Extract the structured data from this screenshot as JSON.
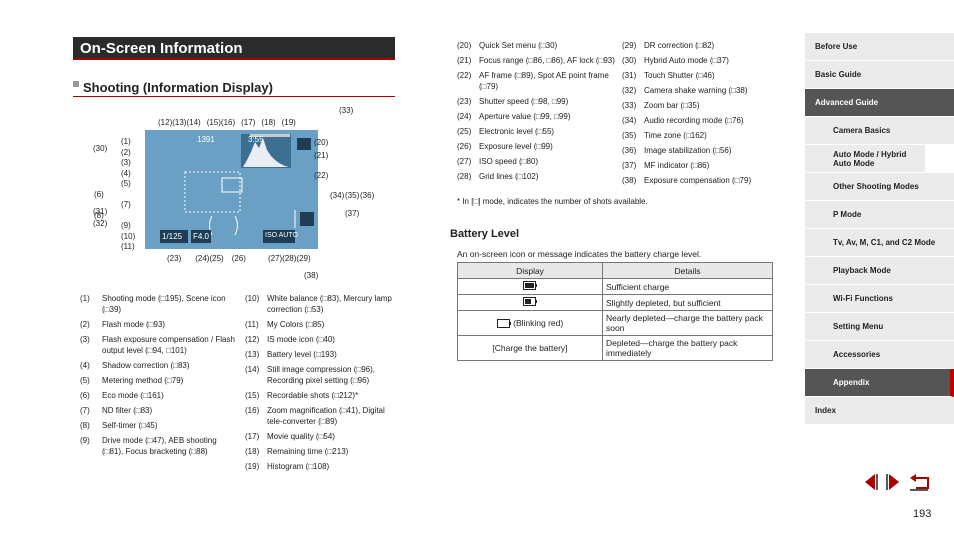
{
  "page_title": "On-Screen Information",
  "section_title": "Shooting (Information Display)",
  "camera_labels": {
    "top": [
      "(12)(13)(14)",
      "(15)(16)",
      "(17)",
      "(18)",
      "(19)"
    ],
    "right": [
      "(33)",
      "(20)",
      "(21)",
      "(22)",
      "(34)",
      "(35)",
      "(36)",
      "(37)",
      "(38)"
    ],
    "left": [
      "(1)",
      "(2)",
      "(3)",
      "(4)",
      "(5)",
      "(6)",
      "(7)",
      "(8)",
      "(9)",
      "(10)",
      "(11)",
      "(30)",
      "(31)",
      "(32)"
    ],
    "bottom": [
      "(23)",
      "(24)",
      "(25)",
      "(26)",
      "(27)",
      "(28)",
      "(29)"
    ],
    "lcd_shutter": "1/125",
    "lcd_aperture": "F4.0",
    "lcd_iso": "ISO AUTO",
    "lcd_count": "1391",
    "lcd_time": "3:55"
  },
  "list_col1": [
    {
      "n": "(1)",
      "t": "Shooting mode (□195), Scene icon (□39)"
    },
    {
      "n": "(2)",
      "t": "Flash mode (□93)"
    },
    {
      "n": "(3)",
      "t": "Flash exposure compensation / Flash output level (□94, □101)"
    },
    {
      "n": "(4)",
      "t": "Shadow correction (□83)"
    },
    {
      "n": "(5)",
      "t": "Metering method (□79)"
    },
    {
      "n": "(6)",
      "t": "Eco mode (□161)"
    },
    {
      "n": "(7)",
      "t": "ND filter (□83)"
    },
    {
      "n": "(8)",
      "t": "Self-timer (□45)"
    },
    {
      "n": "(9)",
      "t": "Drive mode (□47), AEB shooting (□81), Focus bracketing (□88)"
    }
  ],
  "list_col2": [
    {
      "n": "(10)",
      "t": "White balance (□83), Mercury lamp correction (□53)"
    },
    {
      "n": "(11)",
      "t": "My Colors (□85)"
    },
    {
      "n": "(12)",
      "t": "IS mode icon (□40)"
    },
    {
      "n": "(13)",
      "t": "Battery level (□193)"
    },
    {
      "n": "(14)",
      "t": "Still image compression (□96), Recording pixel setting (□96)"
    },
    {
      "n": "(15)",
      "t": "Recordable shots (□212)*"
    },
    {
      "n": "(16)",
      "t": "Zoom magnification (□41), Digital tele-converter (□89)"
    },
    {
      "n": "(17)",
      "t": "Movie quality (□54)"
    },
    {
      "n": "(18)",
      "t": "Remaining time (□213)"
    },
    {
      "n": "(19)",
      "t": "Histogram (□108)"
    }
  ],
  "list_col3": [
    {
      "n": "(20)",
      "t": "Quick Set menu (□30)"
    },
    {
      "n": "(21)",
      "t": "Focus range (□86, □86), AF lock (□93)"
    },
    {
      "n": "(22)",
      "t": "AF frame (□89), Spot AE point frame (□79)"
    },
    {
      "n": "(23)",
      "t": "Shutter speed (□98, □99)"
    },
    {
      "n": "(24)",
      "t": "Aperture value (□99, □99)"
    },
    {
      "n": "(25)",
      "t": "Electronic level (□55)"
    },
    {
      "n": "(26)",
      "t": "Exposure level (□99)"
    },
    {
      "n": "(27)",
      "t": "ISO speed (□80)"
    },
    {
      "n": "(28)",
      "t": "Grid lines (□102)"
    }
  ],
  "list_col4": [
    {
      "n": "(29)",
      "t": "DR correction (□82)"
    },
    {
      "n": "(30)",
      "t": "Hybrid Auto mode (□37)"
    },
    {
      "n": "(31)",
      "t": "Touch Shutter (□46)"
    },
    {
      "n": "(32)",
      "t": "Camera shake warning (□38)"
    },
    {
      "n": "(33)",
      "t": "Zoom bar (□35)"
    },
    {
      "n": "(34)",
      "t": "Audio recording mode (□76)"
    },
    {
      "n": "(35)",
      "t": "Time zone (□162)"
    },
    {
      "n": "(36)",
      "t": "Image stabilization (□56)"
    },
    {
      "n": "(37)",
      "t": "MF indicator (□86)"
    },
    {
      "n": "(38)",
      "t": "Exposure compensation (□79)"
    }
  ],
  "footnote": "* In [□] mode, indicates the number of shots available.",
  "battery": {
    "heading": "Battery Level",
    "intro": "An on-screen icon or message indicates the battery charge level.",
    "col_display": "Display",
    "col_details": "Details",
    "rows": [
      {
        "display": "",
        "details": "Sufficient charge"
      },
      {
        "display": "",
        "details": "Slightly depleted, but sufficient"
      },
      {
        "display": "(Blinking red)",
        "details": "Nearly depleted—charge the battery pack soon"
      },
      {
        "display": "[Charge the battery]",
        "details": "Depleted—charge the battery pack immediately"
      }
    ]
  },
  "nav": [
    {
      "label": "Before Use",
      "sub": false,
      "active": false
    },
    {
      "label": "Basic Guide",
      "sub": false,
      "active": false
    },
    {
      "label": "Advanced Guide",
      "sub": false,
      "active": true
    },
    {
      "label": "Camera Basics",
      "sub": true,
      "active": false
    },
    {
      "label": "Auto Mode / Hybrid Auto Mode",
      "sub": true,
      "active": false
    },
    {
      "label": "Other Shooting Modes",
      "sub": true,
      "active": false
    },
    {
      "label": "P Mode",
      "sub": true,
      "active": false
    },
    {
      "label": "Tv, Av, M, C1, and C2 Mode",
      "sub": true,
      "active": false
    },
    {
      "label": "Playback Mode",
      "sub": true,
      "active": false
    },
    {
      "label": "Wi-Fi Functions",
      "sub": true,
      "active": false
    },
    {
      "label": "Setting Menu",
      "sub": true,
      "active": false
    },
    {
      "label": "Accessories",
      "sub": true,
      "active": false
    },
    {
      "label": "Appendix",
      "sub": true,
      "active": true
    },
    {
      "label": "Index",
      "sub": false,
      "active": false
    }
  ],
  "page_number": "193",
  "colors": {
    "accent": "#aa0000",
    "lcd": "#6aa0c4"
  }
}
